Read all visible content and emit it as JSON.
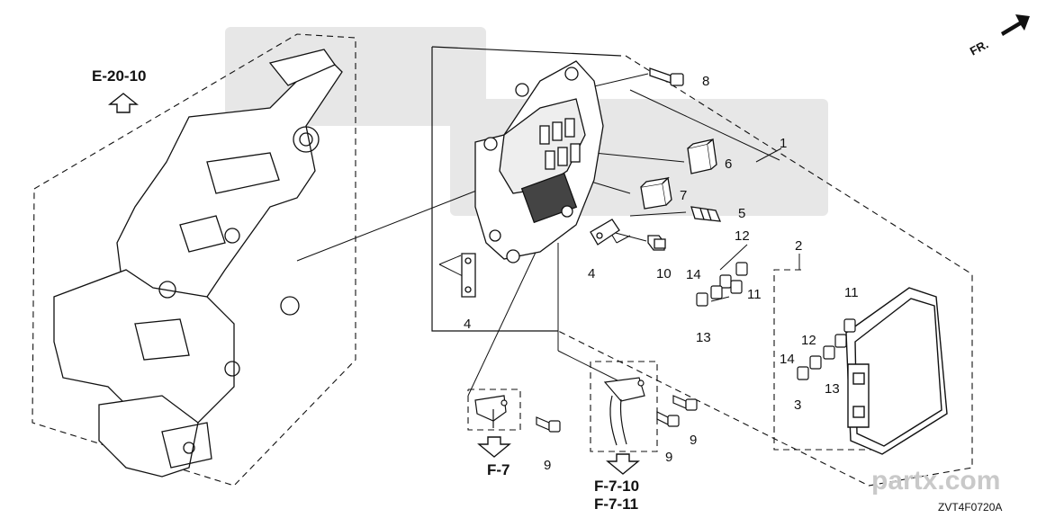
{
  "diagram": {
    "ref_links": {
      "e20": "E-20-10",
      "f7": "F-7",
      "f710": "F-7-10",
      "f711": "F-7-11"
    },
    "orientation_label": "FR.",
    "callouts": {
      "c1": "1",
      "c2": "2",
      "c3": "3",
      "c4a": "4",
      "c4b": "4",
      "c5": "5",
      "c6": "6",
      "c7": "7",
      "c8": "8",
      "c9a": "9",
      "c9b": "9",
      "c9c": "9",
      "c10": "10",
      "c11a": "11",
      "c11b": "11",
      "c12a": "12",
      "c12b": "12",
      "c13a": "13",
      "c13b": "13",
      "c14a": "14",
      "c14b": "14"
    },
    "diagram_code": "ZVT4F0720A",
    "site_watermark": "partx.com",
    "colors": {
      "line": "#111111",
      "watermark": "#c8c8c8"
    }
  }
}
